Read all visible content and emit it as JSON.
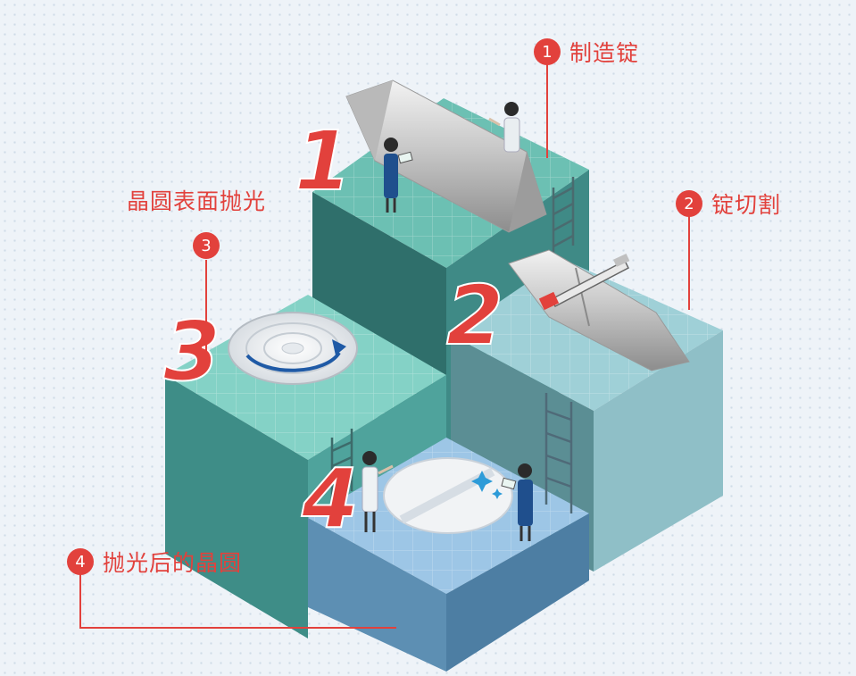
{
  "steps": [
    {
      "badge": "1",
      "label": "制造锭",
      "big": "1"
    },
    {
      "badge": "2",
      "label": "锭切割",
      "big": "2"
    },
    {
      "badge": "3",
      "label": "晶圆表面抛光",
      "big": "3"
    },
    {
      "badge": "4",
      "label": "抛光后的晶圆",
      "big": "4"
    }
  ],
  "colors": {
    "accent": "#e2413c",
    "teal_top": "#7ecfc3",
    "teal_side": "#3f8a86",
    "blue_top": "#a7cbe6",
    "blue_side": "#5f90b4"
  },
  "icons": [
    "ingot-icon",
    "saw-icon",
    "polishing-disc-icon",
    "wafer-icon",
    "person-icon",
    "ladder-icon",
    "sparkle-icon"
  ]
}
